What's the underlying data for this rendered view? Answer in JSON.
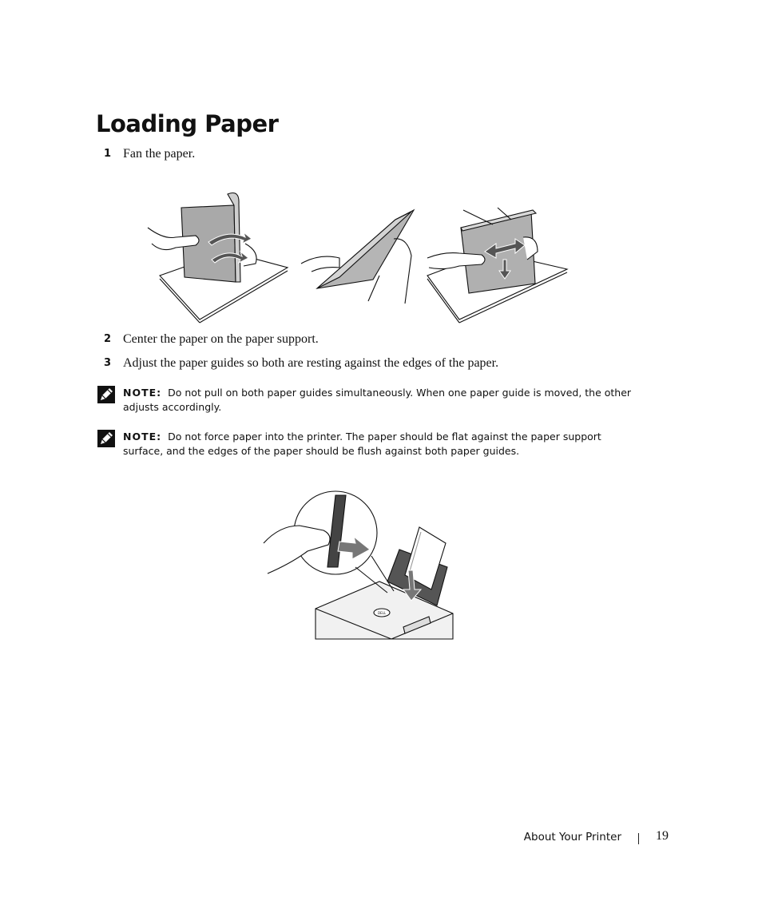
{
  "page": {
    "title": "Loading Paper",
    "steps": [
      {
        "number": "1",
        "text": "Fan the paper."
      },
      {
        "number": "2",
        "text": "Center the paper on the paper support."
      },
      {
        "number": "3",
        "text": "Adjust the paper guides so both are resting against the edges of the paper."
      }
    ],
    "notes": [
      {
        "label": "NOTE:",
        "text": "Do not pull on both paper guides simultaneously. When one paper guide is moved, the other adjusts accordingly."
      },
      {
        "label": "NOTE:",
        "text": "Do not force paper into the printer. The paper should be flat against the paper support surface, and the edges of the paper should be flush against both paper guides."
      }
    ],
    "icons": {
      "note": "pencil-note-icon"
    },
    "printer_label": "DELL"
  },
  "footer": {
    "section": "About Your Printer",
    "page_number": "19"
  }
}
